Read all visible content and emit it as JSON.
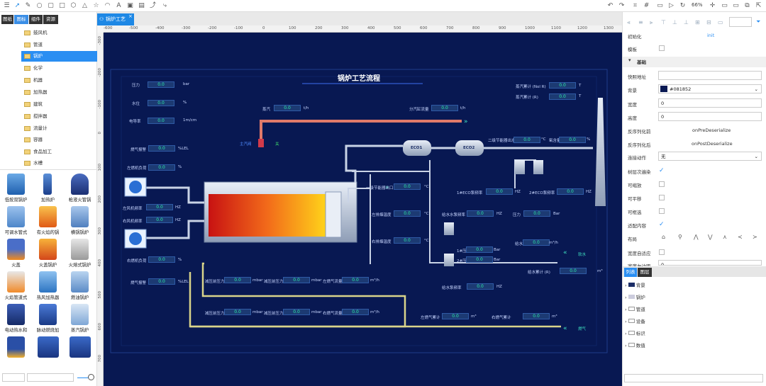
{
  "toolbar": {
    "zoom": "66%"
  },
  "left_panel": {
    "tabs": [
      "图纸",
      "图标",
      "组件",
      "资源"
    ],
    "tree": [
      "鼓风机",
      "管道",
      "锅炉",
      "化学",
      "机器",
      "加热器",
      "建筑",
      "搅拌器",
      "流量计",
      "容器",
      "食品加工",
      "水槽"
    ],
    "active_tree_index": 2,
    "gallery": [
      "低按双锅炉",
      "加热炉",
      "枪液火管锅",
      "可调水管式",
      "有火焰的锅",
      "横锅锅炉",
      "火盖",
      "火盖锅炉",
      "火熔式锅炉",
      "火焰管道式",
      "热风加热器",
      "燃油锅炉",
      "电动热水和",
      "脉动燃烧加",
      "蒸汽锅炉"
    ]
  },
  "document_tab": {
    "title": "锅炉工艺"
  },
  "ruler": {
    "top_ticks": [
      "-600",
      "-500",
      "-400",
      "-300",
      "-200",
      "-100",
      "0",
      "100",
      "200",
      "300",
      "400",
      "500",
      "600",
      "700",
      "800",
      "900",
      "1000",
      "1100",
      "1200",
      "1300"
    ],
    "left_ticks": [
      "-300",
      "-200",
      "-100",
      "0",
      "100",
      "200",
      "300",
      "400",
      "500",
      "600",
      "700"
    ]
  },
  "diagram": {
    "title": "锅炉工艺流程",
    "left_readings": [
      {
        "label": "压力",
        "value": "0.0",
        "unit": "bar"
      },
      {
        "label": "水位",
        "value": "0.0",
        "unit": "%"
      },
      {
        "label": "电导率",
        "value": "0.0",
        "unit": "1m/cm"
      },
      {
        "label": "燃气报警",
        "value": "0.0",
        "unit": "%LEL"
      },
      {
        "label": "左燃机负荷",
        "value": "0.0",
        "unit": "%"
      }
    ],
    "steam": {
      "label": "蒸汽",
      "value": "0.0",
      "unit": "t/h"
    },
    "branch": {
      "label": "分汽缸流量",
      "value": "0.0",
      "unit": "t/h"
    },
    "main_steam_valve": "主汽阀",
    "valve_state": "关",
    "eco1": "ECO1",
    "eco2": "ECO2",
    "right_top": [
      {
        "label": "蒸汽累计 (Nol R)",
        "value": "0.0",
        "unit": "T"
      },
      {
        "label": "蒸汽累计 (R)",
        "value": "0.0",
        "unit": "T"
      }
    ],
    "eco_temp": {
      "label": "二级节能器出水",
      "value": "0.0",
      "unit": "°C"
    },
    "eco_other": {
      "label": "氧含量",
      "value": "0.0",
      "unit": "%"
    },
    "fan_left1": {
      "label": "左风机频率",
      "value": "0.0",
      "unit": "HZ"
    },
    "fan_left2": {
      "label": "右风机频率",
      "value": "0.0",
      "unit": "HZ"
    },
    "econ_in": {
      "label": "一级节能器出口",
      "value": "0.0",
      "unit": "°C"
    },
    "pump1": {
      "label": "1#ECO泵频率",
      "value": "0.0",
      "unit": "HZ"
    },
    "pump2": {
      "label": "2#ECO泵频率",
      "value": "0.0",
      "unit": "HZ"
    },
    "left_exhaust": {
      "label": "左排烟温度",
      "value": "0.0",
      "unit": "°C"
    },
    "right_exhaust": {
      "label": "右排烟温度",
      "value": "0.0",
      "unit": "°C"
    },
    "feedwater_freq": {
      "label": "给水水泵频率",
      "value": "0.0",
      "unit": "HZ"
    },
    "pressure": {
      "label": "压力",
      "value": "0.0",
      "unit": "Bar"
    },
    "p1": {
      "label": "1#压力",
      "value": "0.0",
      "unit": "Bar"
    },
    "p2": {
      "label": "2#压力",
      "value": "0.0",
      "unit": "Bar"
    },
    "water_flow": {
      "label": "给水",
      "value": "0.0",
      "unit": "m³/h"
    },
    "water_total": {
      "label": "给水累计 (R)",
      "value": "0.0",
      "unit": "m³"
    },
    "soft_water": "软水",
    "pump_freq_low": {
      "label": "给水泵频率",
      "value": "0.0",
      "unit": "HZ"
    },
    "right_burner_load": {
      "label": "右燃机负荷",
      "value": "0.0",
      "unit": "%"
    },
    "gas_alarm2": {
      "label": "燃气报警",
      "value": "0.0",
      "unit": "%LEL"
    },
    "gas_line1": [
      {
        "label": "减压前压力",
        "value": "0.0",
        "unit": "mbar"
      },
      {
        "label": "减压前压力",
        "value": "0.0",
        "unit": "mbar"
      },
      {
        "label": "左燃气流量",
        "value": "0.0",
        "unit": "m³/h"
      }
    ],
    "gas_line2": [
      {
        "label": "减压前压力",
        "value": "0.0",
        "unit": "mbar"
      },
      {
        "label": "减压前压力",
        "value": "0.0",
        "unit": "mbar"
      },
      {
        "label": "右燃气流量",
        "value": "0.0",
        "unit": "m³/h"
      }
    ],
    "gas_total_left": {
      "label": "左燃气累计",
      "value": "0.0",
      "unit": "m³"
    },
    "gas_total_right": {
      "label": "右燃气累计",
      "value": "0.0",
      "unit": "m³"
    },
    "gas_label": "燃气"
  },
  "right_panel": {
    "init_label": "初始化",
    "init_value": "init",
    "template_label": "模板",
    "section_basic": "基础",
    "rows": [
      {
        "label": "快照地址",
        "value": ""
      },
      {
        "label": "背景",
        "value": "#081852"
      },
      {
        "label": "宽度",
        "value": "0"
      },
      {
        "label": "高度",
        "value": "0"
      },
      {
        "label": "反序列化前",
        "value": "onPreDeserialize"
      },
      {
        "label": "反序列化后",
        "value": "onPostDeserialize"
      },
      {
        "label": "连接动作",
        "value": "无"
      }
    ],
    "checks": [
      {
        "label": "树层次遍染",
        "checked": true
      },
      {
        "label": "可缩放",
        "checked": false
      },
      {
        "label": "可平移",
        "checked": false
      },
      {
        "label": "可框选",
        "checked": false
      },
      {
        "label": "适配内容",
        "checked": true
      }
    ],
    "layout_label": "布局",
    "auto_width_label": "宽度自适应",
    "scroll_label": "宽度左边距",
    "scroll_value": "0",
    "bottom_tabs": [
      "列表",
      "图层"
    ],
    "layers": [
      "背景",
      "锅炉",
      "管道",
      "设备",
      "标识",
      "数值"
    ]
  }
}
